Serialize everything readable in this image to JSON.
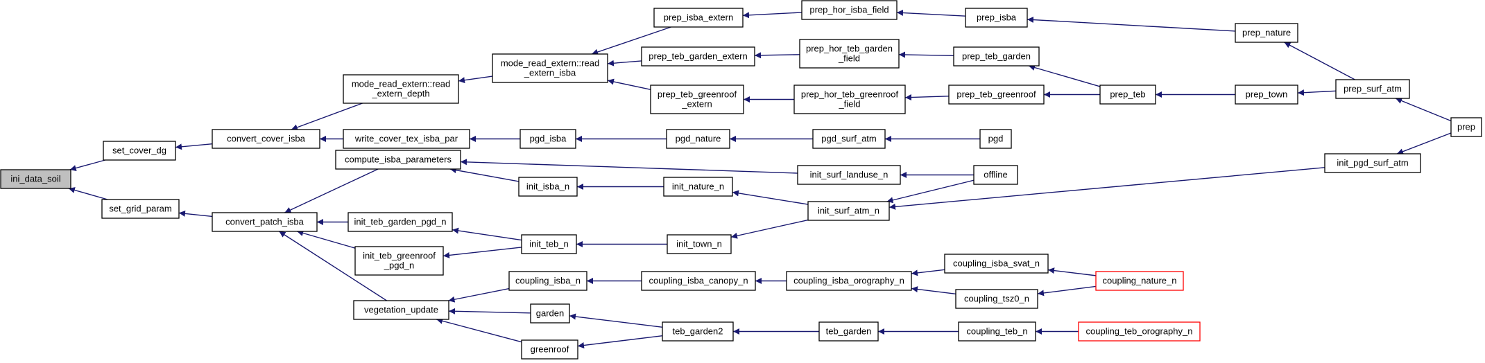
{
  "graph": {
    "nodes": [
      {
        "id": "ini_data_soil",
        "lines": [
          "ini_data_soil"
        ],
        "root": true
      },
      {
        "id": "set_cover_dg",
        "lines": [
          "set_cover_dg"
        ]
      },
      {
        "id": "set_grid_param",
        "lines": [
          "set_grid_param"
        ]
      },
      {
        "id": "convert_cover_isba",
        "lines": [
          "convert_cover_isba"
        ]
      },
      {
        "id": "convert_patch_isba",
        "lines": [
          "convert_patch_isba"
        ]
      },
      {
        "id": "read_extern_depth",
        "lines": [
          "mode_read_extern::read",
          "_extern_depth"
        ]
      },
      {
        "id": "write_cover_tex_isba_par",
        "lines": [
          "write_cover_tex_isba_par"
        ]
      },
      {
        "id": "compute_isba_parameters",
        "lines": [
          "compute_isba_parameters"
        ]
      },
      {
        "id": "init_teb_garden_pgd_n",
        "lines": [
          "init_teb_garden_pgd_n"
        ]
      },
      {
        "id": "init_teb_greenroof_pgd_n",
        "lines": [
          "init_teb_greenroof",
          "_pgd_n"
        ]
      },
      {
        "id": "vegetation_update",
        "lines": [
          "vegetation_update"
        ]
      },
      {
        "id": "read_extern_isba",
        "lines": [
          "mode_read_extern::read",
          "_extern_isba"
        ]
      },
      {
        "id": "pgd_isba",
        "lines": [
          "pgd_isba"
        ]
      },
      {
        "id": "init_isba_n",
        "lines": [
          "init_isba_n"
        ]
      },
      {
        "id": "init_teb_n",
        "lines": [
          "init_teb_n"
        ]
      },
      {
        "id": "coupling_isba_n",
        "lines": [
          "coupling_isba_n"
        ]
      },
      {
        "id": "garden",
        "lines": [
          "garden"
        ]
      },
      {
        "id": "greenroof",
        "lines": [
          "greenroof"
        ]
      },
      {
        "id": "prep_isba_extern",
        "lines": [
          "prep_isba_extern"
        ]
      },
      {
        "id": "prep_teb_garden_extern",
        "lines": [
          "prep_teb_garden_extern"
        ]
      },
      {
        "id": "prep_teb_greenroof_extern",
        "lines": [
          "prep_teb_greenroof",
          "_extern"
        ]
      },
      {
        "id": "pgd_nature",
        "lines": [
          "pgd_nature"
        ]
      },
      {
        "id": "init_nature_n",
        "lines": [
          "init_nature_n"
        ]
      },
      {
        "id": "init_town_n",
        "lines": [
          "init_town_n"
        ]
      },
      {
        "id": "coupling_isba_canopy_n",
        "lines": [
          "coupling_isba_canopy_n"
        ]
      },
      {
        "id": "teb_garden2",
        "lines": [
          "teb_garden2"
        ]
      },
      {
        "id": "prep_hor_isba_field",
        "lines": [
          "prep_hor_isba_field"
        ]
      },
      {
        "id": "prep_hor_teb_garden_field",
        "lines": [
          "prep_hor_teb_garden",
          "_field"
        ]
      },
      {
        "id": "prep_hor_teb_greenroof_field",
        "lines": [
          "prep_hor_teb_greenroof",
          "_field"
        ]
      },
      {
        "id": "pgd_surf_atm",
        "lines": [
          "pgd_surf_atm"
        ]
      },
      {
        "id": "init_surf_landuse_n",
        "lines": [
          "init_surf_landuse_n"
        ]
      },
      {
        "id": "init_surf_atm_n",
        "lines": [
          "init_surf_atm_n"
        ]
      },
      {
        "id": "coupling_isba_orography_n",
        "lines": [
          "coupling_isba_orography_n"
        ]
      },
      {
        "id": "teb_garden",
        "lines": [
          "teb_garden"
        ]
      },
      {
        "id": "prep_isba",
        "lines": [
          "prep_isba"
        ]
      },
      {
        "id": "prep_teb_garden",
        "lines": [
          "prep_teb_garden"
        ]
      },
      {
        "id": "prep_teb_greenroof",
        "lines": [
          "prep_teb_greenroof"
        ]
      },
      {
        "id": "pgd",
        "lines": [
          "pgd"
        ]
      },
      {
        "id": "offline",
        "lines": [
          "offline"
        ]
      },
      {
        "id": "coupling_isba_svat_n",
        "lines": [
          "coupling_isba_svat_n"
        ]
      },
      {
        "id": "coupling_tsz0_n",
        "lines": [
          "coupling_tsz0_n"
        ]
      },
      {
        "id": "coupling_teb_n",
        "lines": [
          "coupling_teb_n"
        ]
      },
      {
        "id": "prep_teb",
        "lines": [
          "prep_teb"
        ]
      },
      {
        "id": "prep_nature",
        "lines": [
          "prep_nature"
        ]
      },
      {
        "id": "prep_town",
        "lines": [
          "prep_town"
        ]
      },
      {
        "id": "coupling_nature_n",
        "lines": [
          "coupling_nature_n"
        ],
        "red": true
      },
      {
        "id": "coupling_teb_orography_n",
        "lines": [
          "coupling_teb_orography_n"
        ],
        "red": true
      },
      {
        "id": "prep_surf_atm",
        "lines": [
          "prep_surf_atm"
        ]
      },
      {
        "id": "init_pgd_surf_atm",
        "lines": [
          "init_pgd_surf_atm"
        ]
      },
      {
        "id": "prep",
        "lines": [
          "prep"
        ]
      }
    ],
    "edges": [
      [
        "set_cover_dg",
        "ini_data_soil"
      ],
      [
        "set_grid_param",
        "ini_data_soil"
      ],
      [
        "convert_cover_isba",
        "set_cover_dg"
      ],
      [
        "convert_patch_isba",
        "set_grid_param"
      ],
      [
        "read_extern_depth",
        "convert_cover_isba"
      ],
      [
        "write_cover_tex_isba_par",
        "convert_cover_isba"
      ],
      [
        "compute_isba_parameters",
        "convert_patch_isba"
      ],
      [
        "init_teb_garden_pgd_n",
        "convert_patch_isba"
      ],
      [
        "init_teb_greenroof_pgd_n",
        "convert_patch_isba"
      ],
      [
        "vegetation_update",
        "convert_patch_isba"
      ],
      [
        "read_extern_isba",
        "read_extern_depth"
      ],
      [
        "pgd_isba",
        "write_cover_tex_isba_par"
      ],
      [
        "init_surf_landuse_n",
        "compute_isba_parameters"
      ],
      [
        "init_isba_n",
        "compute_isba_parameters"
      ],
      [
        "init_teb_n",
        "init_teb_garden_pgd_n"
      ],
      [
        "init_teb_n",
        "init_teb_greenroof_pgd_n"
      ],
      [
        "coupling_isba_n",
        "vegetation_update"
      ],
      [
        "garden",
        "vegetation_update"
      ],
      [
        "greenroof",
        "vegetation_update"
      ],
      [
        "prep_isba_extern",
        "read_extern_isba"
      ],
      [
        "prep_teb_garden_extern",
        "read_extern_isba"
      ],
      [
        "prep_teb_greenroof_extern",
        "read_extern_isba"
      ],
      [
        "pgd_nature",
        "pgd_isba"
      ],
      [
        "init_nature_n",
        "init_isba_n"
      ],
      [
        "init_town_n",
        "init_teb_n"
      ],
      [
        "coupling_isba_canopy_n",
        "coupling_isba_n"
      ],
      [
        "teb_garden2",
        "garden"
      ],
      [
        "teb_garden2",
        "greenroof"
      ],
      [
        "prep_hor_isba_field",
        "prep_isba_extern"
      ],
      [
        "prep_hor_teb_garden_field",
        "prep_teb_garden_extern"
      ],
      [
        "prep_hor_teb_greenroof_field",
        "prep_teb_greenroof_extern"
      ],
      [
        "pgd_surf_atm",
        "pgd_nature"
      ],
      [
        "offline",
        "init_surf_landuse_n"
      ],
      [
        "init_surf_atm_n",
        "init_nature_n"
      ],
      [
        "init_surf_atm_n",
        "init_town_n"
      ],
      [
        "coupling_isba_orography_n",
        "coupling_isba_canopy_n"
      ],
      [
        "teb_garden",
        "teb_garden2"
      ],
      [
        "prep_isba",
        "prep_hor_isba_field"
      ],
      [
        "prep_teb_garden",
        "prep_hor_teb_garden_field"
      ],
      [
        "prep_teb_greenroof",
        "prep_hor_teb_greenroof_field"
      ],
      [
        "pgd",
        "pgd_surf_atm"
      ],
      [
        "offline",
        "init_surf_atm_n"
      ],
      [
        "init_pgd_surf_atm",
        "init_surf_atm_n"
      ],
      [
        "coupling_isba_svat_n",
        "coupling_isba_orography_n"
      ],
      [
        "coupling_tsz0_n",
        "coupling_isba_orography_n"
      ],
      [
        "coupling_teb_n",
        "teb_garden"
      ],
      [
        "prep_nature",
        "prep_isba"
      ],
      [
        "prep_teb",
        "prep_teb_garden"
      ],
      [
        "prep_teb",
        "prep_teb_greenroof"
      ],
      [
        "coupling_nature_n",
        "coupling_isba_svat_n"
      ],
      [
        "coupling_nature_n",
        "coupling_tsz0_n"
      ],
      [
        "coupling_teb_orography_n",
        "coupling_teb_n"
      ],
      [
        "prep_town",
        "prep_teb"
      ],
      [
        "prep_surf_atm",
        "prep_nature"
      ],
      [
        "prep_surf_atm",
        "prep_town"
      ],
      [
        "prep",
        "prep_surf_atm"
      ],
      [
        "prep",
        "init_pgd_surf_atm"
      ]
    ]
  }
}
